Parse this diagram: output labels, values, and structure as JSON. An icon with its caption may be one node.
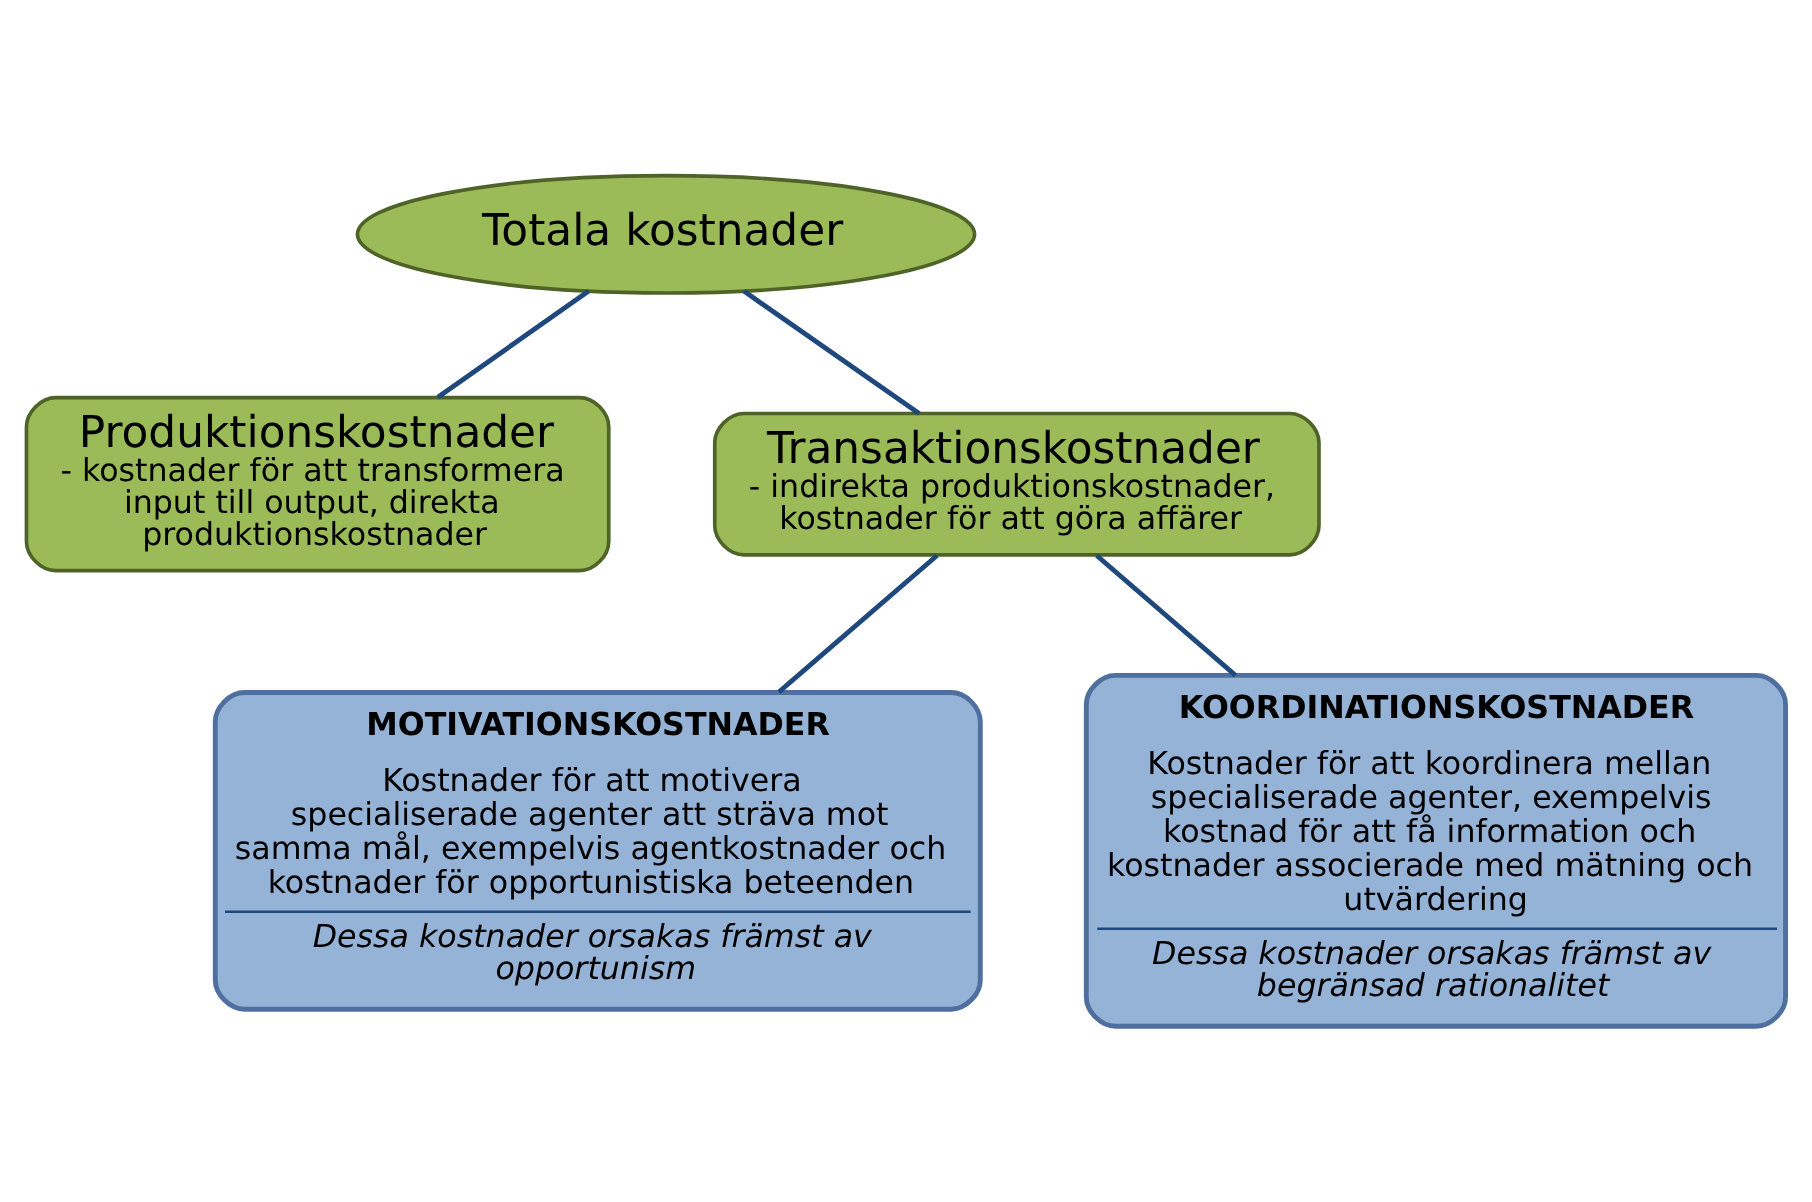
{
  "diagram": {
    "nodes": [
      {
        "text": [
          "Totala kostnader"
        ]
      },
      {
        "text": [
          "Produktionskostnader",
          "- kostnader för att transformera input till output, direkta produktionskostnader"
        ]
      },
      {
        "text": [
          "Transaktionskostnader",
          "- indirekta produktionskostnader, kostnader för att göra affärer"
        ]
      },
      {
        "text": [
          "MOTIVATIONSKOSTNADER",
          "Kostnader för att motivera specialiserade agenter att sträva mot samma mål, exempelvis agentkostnader och kostnader för opportunistiska beteenden",
          "Dessa kostnader orsakas främst av opportunism"
        ]
      },
      {
        "text": [
          "KOORDINATIONSKOSTNADER",
          "Kostnader för att koordinera mellan specialiserade agenter, exempelvis kostnad för att få information och kostnader associerade med mätning och utvärdering",
          "Dessa kostnader orsakas främst av begränsad rationalitet"
        ]
      }
    ],
    "edges": [
      {
        "from": 0,
        "to": 1,
        "arrow": "none"
      },
      {
        "from": 0,
        "to": 2,
        "arrow": "none"
      },
      {
        "from": 2,
        "to": 3,
        "arrow": "none"
      },
      {
        "from": 2,
        "to": 4,
        "arrow": "none"
      }
    ]
  }
}
